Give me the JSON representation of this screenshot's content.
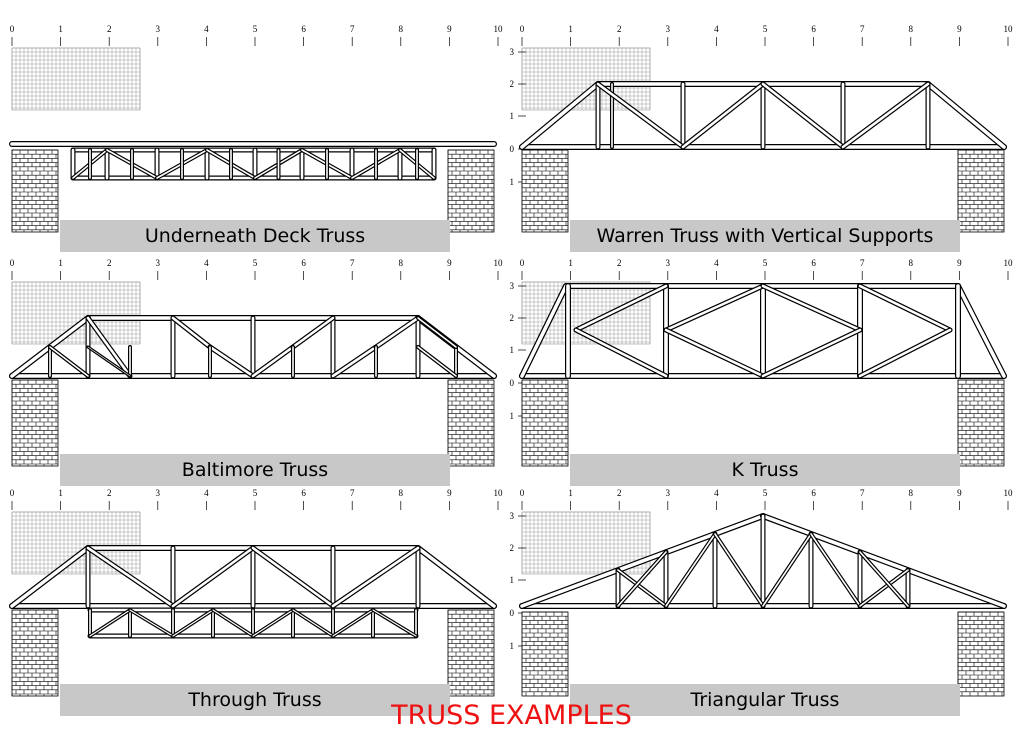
{
  "title": "TRUSS EXAMPLES",
  "colors": {
    "title": "#ee1111",
    "caption_bg": "#c8c8c8",
    "grid": "#9a9a9a",
    "line": "#000000"
  },
  "ruler_labels": [
    "0",
    "1",
    "2",
    "3",
    "4",
    "5",
    "6",
    "7",
    "8",
    "9",
    "10"
  ],
  "vertical_ruler_labels": [
    "3",
    "2",
    "1",
    "0",
    "1"
  ],
  "panels": [
    {
      "id": "deck",
      "caption": "Underneath Deck Truss"
    },
    {
      "id": "warren",
      "caption": "Warren Truss with Vertical Supports"
    },
    {
      "id": "baltimore",
      "caption": "Baltimore Truss"
    },
    {
      "id": "k",
      "caption": "K Truss"
    },
    {
      "id": "through",
      "caption": "Through Truss"
    },
    {
      "id": "triangular",
      "caption": "Triangular Truss"
    }
  ]
}
